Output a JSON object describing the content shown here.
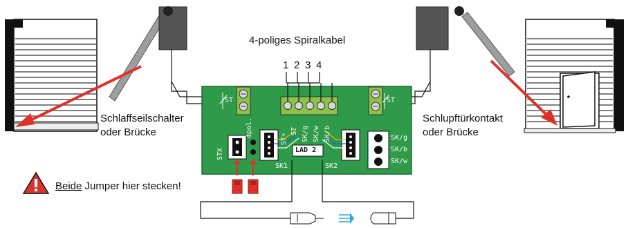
{
  "title": "4-poliges Spiralkabel",
  "terminal_numbers": [
    "1",
    "2",
    "3",
    "4"
  ],
  "left_label": [
    "Schlaffseilschalter",
    "oder Brücke"
  ],
  "right_label": [
    "Schlupftürkontakt",
    "oder Brücke"
  ],
  "jumper_note": {
    "emphasis": "Beide",
    "rest": " Jumper hier stecken!"
  },
  "board": {
    "name": "LAD 2",
    "st_left": "ST",
    "st_right": "ST",
    "stx": "STX",
    "fourpol": "4pol.",
    "sk1": "SK1",
    "sk2": "SK2",
    "sk1_pins": [
      "ST+",
      "ST",
      "SK/g",
      "SK/w",
      "SK/b"
    ],
    "right_pins": [
      "SK/g",
      "SK/b",
      "SK/w"
    ]
  },
  "colors": {
    "pcb": "#2e9a4a",
    "terminal": "#8bc34a",
    "arrow": "#e0302a",
    "jumper": "#e0302a",
    "warning": "#d9342b",
    "blind": "#f3f3f3"
  }
}
